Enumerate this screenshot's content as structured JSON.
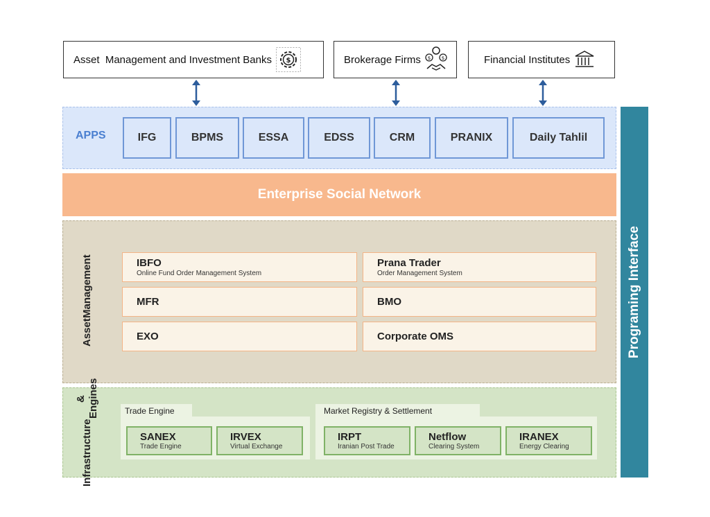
{
  "top": {
    "asset_banks": "Asset  Management and Investment Banks",
    "brokerage": "Brokerage Firms",
    "financial": "Financial Institutes"
  },
  "apps": {
    "label": "APPS",
    "items": [
      "IFG",
      "BPMS",
      "ESSA",
      "EDSS",
      "CRM",
      "PRANIX",
      "Daily Tahlil"
    ]
  },
  "esn": "Enterprise Social Network",
  "asset_mgmt": {
    "label_line1": "Asset",
    "label_line2": "Management",
    "left": [
      {
        "title": "IBFO",
        "sub": "Online Fund Order Management System"
      },
      {
        "title": "MFR",
        "sub": ""
      },
      {
        "title": "EXO",
        "sub": ""
      }
    ],
    "right": [
      {
        "title": "Prana Trader",
        "sub": "Order Management System"
      },
      {
        "title": "BMO",
        "sub": ""
      },
      {
        "title": "Corporate OMS",
        "sub": ""
      }
    ]
  },
  "infra": {
    "label_line1": "Infrastructure",
    "label_line2": "& Engines",
    "trade_group": "Trade Engine",
    "market_group": "Market Registry & Settlement",
    "trade": [
      {
        "title": "SANEX",
        "sub": "Trade Engine"
      },
      {
        "title": "IRVEX",
        "sub": "Virtual Exchange"
      }
    ],
    "market": [
      {
        "title": "IRPT",
        "sub": "Iranian Post Trade"
      },
      {
        "title": "Netflow",
        "sub": "Clearing System"
      },
      {
        "title": "IRANEX",
        "sub": "Energy Clearing"
      }
    ]
  },
  "programming_interface": "Programing Interface",
  "colors": {
    "apps_blue": "#4a7fd0",
    "esn_orange": "#f8b88d",
    "interface_teal": "#31869e"
  }
}
